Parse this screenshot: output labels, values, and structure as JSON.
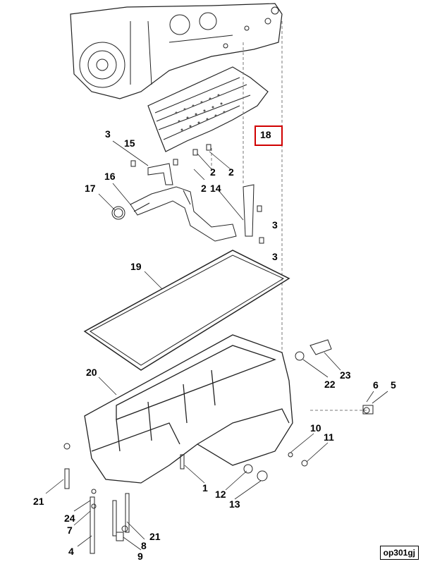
{
  "diagram": {
    "callouts": {
      "c18": "18",
      "c3a": "3",
      "c15": "15",
      "c16": "16",
      "c17": "17",
      "c2a": "2",
      "c2b": "2",
      "c2c": "2",
      "c14": "14",
      "c3b": "3",
      "c3c": "3",
      "c19": "19",
      "c20": "20",
      "c22": "22",
      "c23": "23",
      "c6": "6",
      "c5": "5",
      "c10": "10",
      "c11": "11",
      "c1": "1",
      "c12": "12",
      "c13": "13",
      "c21a": "21",
      "c24": "24",
      "c7": "7",
      "c4": "4",
      "c8": "8",
      "c9": "9",
      "c21b": "21"
    },
    "highlighted_callout": "18",
    "highlight_color": "#d00000",
    "reference_code": "op301gj"
  }
}
